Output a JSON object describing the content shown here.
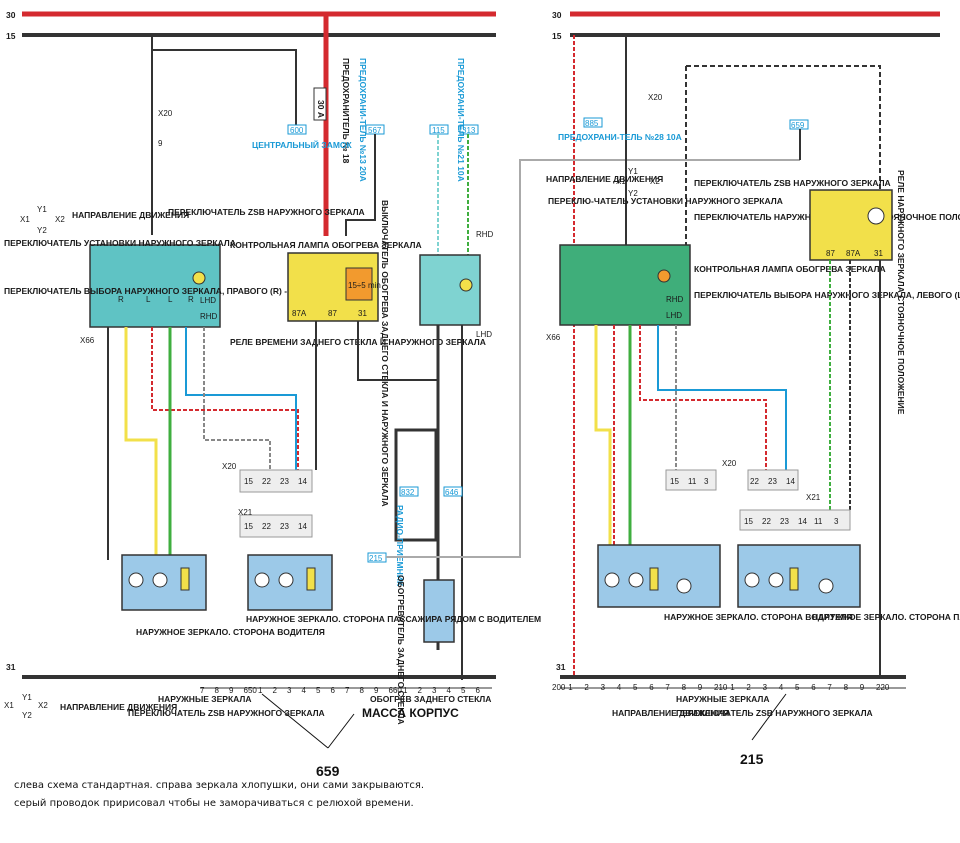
{
  "left": {
    "rails": {
      "r30": "30",
      "r15": "15",
      "r31": "31"
    },
    "fuse_main": "ПРЕДОХРАНИТЕЛЬ № 18",
    "fuse_main_rating": "30 А",
    "fuse13": "ПРЕДОХРАНИ-ТЕЛЬ №13 20А",
    "fuse21": "ПРЕДОХРАНИ-ТЕЛЬ №21 10А",
    "central_lock": "ЦЕНТРАЛЬНЫЙ ЗАМОК",
    "code_600": "600",
    "code_567": "567",
    "code_115": "115",
    "code_313": "313",
    "code_832": "832",
    "code_646": "646",
    "code_215": "215",
    "switch_zsb": "ПЕРЕКЛЮЧАТЕЛЬ ZSB НАРУЖНОГО ЗЕРКАЛА",
    "direction": "НАПРАВЛЕНИЕ ДВИЖЕНИЯ",
    "switch_setup": "ПЕРЕКЛЮЧАТЕЛЬ УСТАНОВКИ НАРУЖНОГО ЗЕРКАЛА",
    "switch_select": "ПЕРЕКЛЮЧАТЕЛЬ ВЫБОРА НАРУЖНОГО ЗЕРКАЛА, ПРАВОГО (R) - ЛЕВОГО (L)",
    "lamp": "КОНТРОЛЬНАЯ ЛАМПА ОБОГРЕВА ЗЕРКАЛА",
    "relay": "РЕЛЕ ВРЕМЕНИ ЗАДНЕГО СТЕКЛА И НАРУЖНОГО ЗЕРКАЛА",
    "heat_switch": "ВЫКЛЮЧАТЕЛЬ ОБОГРЕВА ЗАДНЕГО СТЕКЛА И НАРУЖНОГО ЗЕРКАЛА",
    "radio": "РАДИО-ПРИЕМНИК",
    "rear_heater": "ОБОГРЕВАТЕЛЬ ЗАДНЕГО СТЕКЛА",
    "mirror_driver": "НАРУЖНОЕ ЗЕРКАЛО. СТОРОНА ВОДИТЕЛЯ",
    "mirror_pass": "НАРУЖНОЕ ЗЕРКАЛО. СТОРОНА ПАССАЖИРА РЯДОМ С ВОДИТЕЛЕМ",
    "bottom_mirrors": "НАРУЖНЫЕ ЗЕРКАЛА",
    "bottom_heat": "ОБОГРЕВ ЗАДНЕГО СТЕКЛА",
    "bottom_switch": "ПЕРЕКЛЮЧАТЕЛЬ ZSB НАРУЖНОГО ЗЕРКАЛА",
    "mass": "МАССА КОРПУС",
    "page_no": "659",
    "bus_numbers": [
      "7",
      "8",
      "9",
      "650",
      "1",
      "2",
      "3",
      "4",
      "5",
      "6",
      "7",
      "8",
      "9",
      "660",
      "1",
      "2",
      "3",
      "4",
      "5",
      "6"
    ],
    "relay_time": "15÷5 min",
    "lhd": "LHD",
    "rhd": "RHD"
  },
  "right": {
    "rails": {
      "r30": "30",
      "r15": "15",
      "r31": "31"
    },
    "fuse28": "ПРЕДОХРАНИ-ТЕЛЬ №28 10А",
    "code_885": "885",
    "code_659": "659",
    "direction": "НАПРАВЛЕНИЕ ДВИЖЕНИЯ",
    "switch_setup": "ПЕРЕКЛЮ-ЧАТЕЛЬ УСТАНОВКИ НАРУЖНОГО ЗЕРКАЛА",
    "switch_zsb": "ПЕРЕКЛЮЧАТЕЛЬ ZSB НАРУЖНОГО ЗЕРКАЛА",
    "switch_park": "ПЕРЕКЛЮЧАТЕЛЬ НАРУЖНОГО ЗЕРКАЛА, СТОЯНОЧНОЕ ПОЛОЖЕНИЕ",
    "lamp": "КОНТРОЛЬНАЯ ЛАМПА ОБОГРЕВА ЗЕРКАЛА",
    "switch_select": "ПЕРЕКЛЮЧАТЕЛЬ ВЫБОРА НАРУЖНОГО ЗЕРКАЛА, ЛЕВОГО (L)-ПРАВОГО (R)",
    "relay_park": "РЕЛЕ НАРУЖНОГО ЗЕРКАЛА СТОЯНОЧНОЕ ПОЛОЖЕНИЕ",
    "mirror_driver": "НАРУЖНОЕ ЗЕРКАЛО. СТОРОНА ВОДИТЕЛЯ",
    "mirror_pass": "НАРУЖНОЕ ЗЕРКАЛО. СТОРОНА ПАССАЖИРА РЯДОМ С ВОДИТЕЛЕМ",
    "bottom_mirrors": "НАРУЖНЫЕ ЗЕРКАЛА",
    "bottom_switch": "ПЕРЕКЛЮЧАТЕЛЬ ZSB НАРУЖНОГО ЗЕРКАЛА",
    "page_no": "215",
    "bus_numbers": [
      "200",
      "1",
      "2",
      "3",
      "4",
      "5",
      "6",
      "7",
      "8",
      "9",
      "210",
      "1",
      "2",
      "3",
      "4",
      "5",
      "6",
      "7",
      "8",
      "9",
      "220"
    ]
  },
  "notes": [
    "слева схема стандартная. справа зеркала хлопушки, они сами закрываются.",
    "серый проводок пририсовал чтобы не заморачиваться с релюхой времени."
  ],
  "colors": {
    "red": "#d42a2f",
    "cyan": "#1a9ad6",
    "teal": "#7fd3d1",
    "box": "#5fc3c4",
    "yellow": "#f2e04a",
    "green": "#3fae3f"
  }
}
